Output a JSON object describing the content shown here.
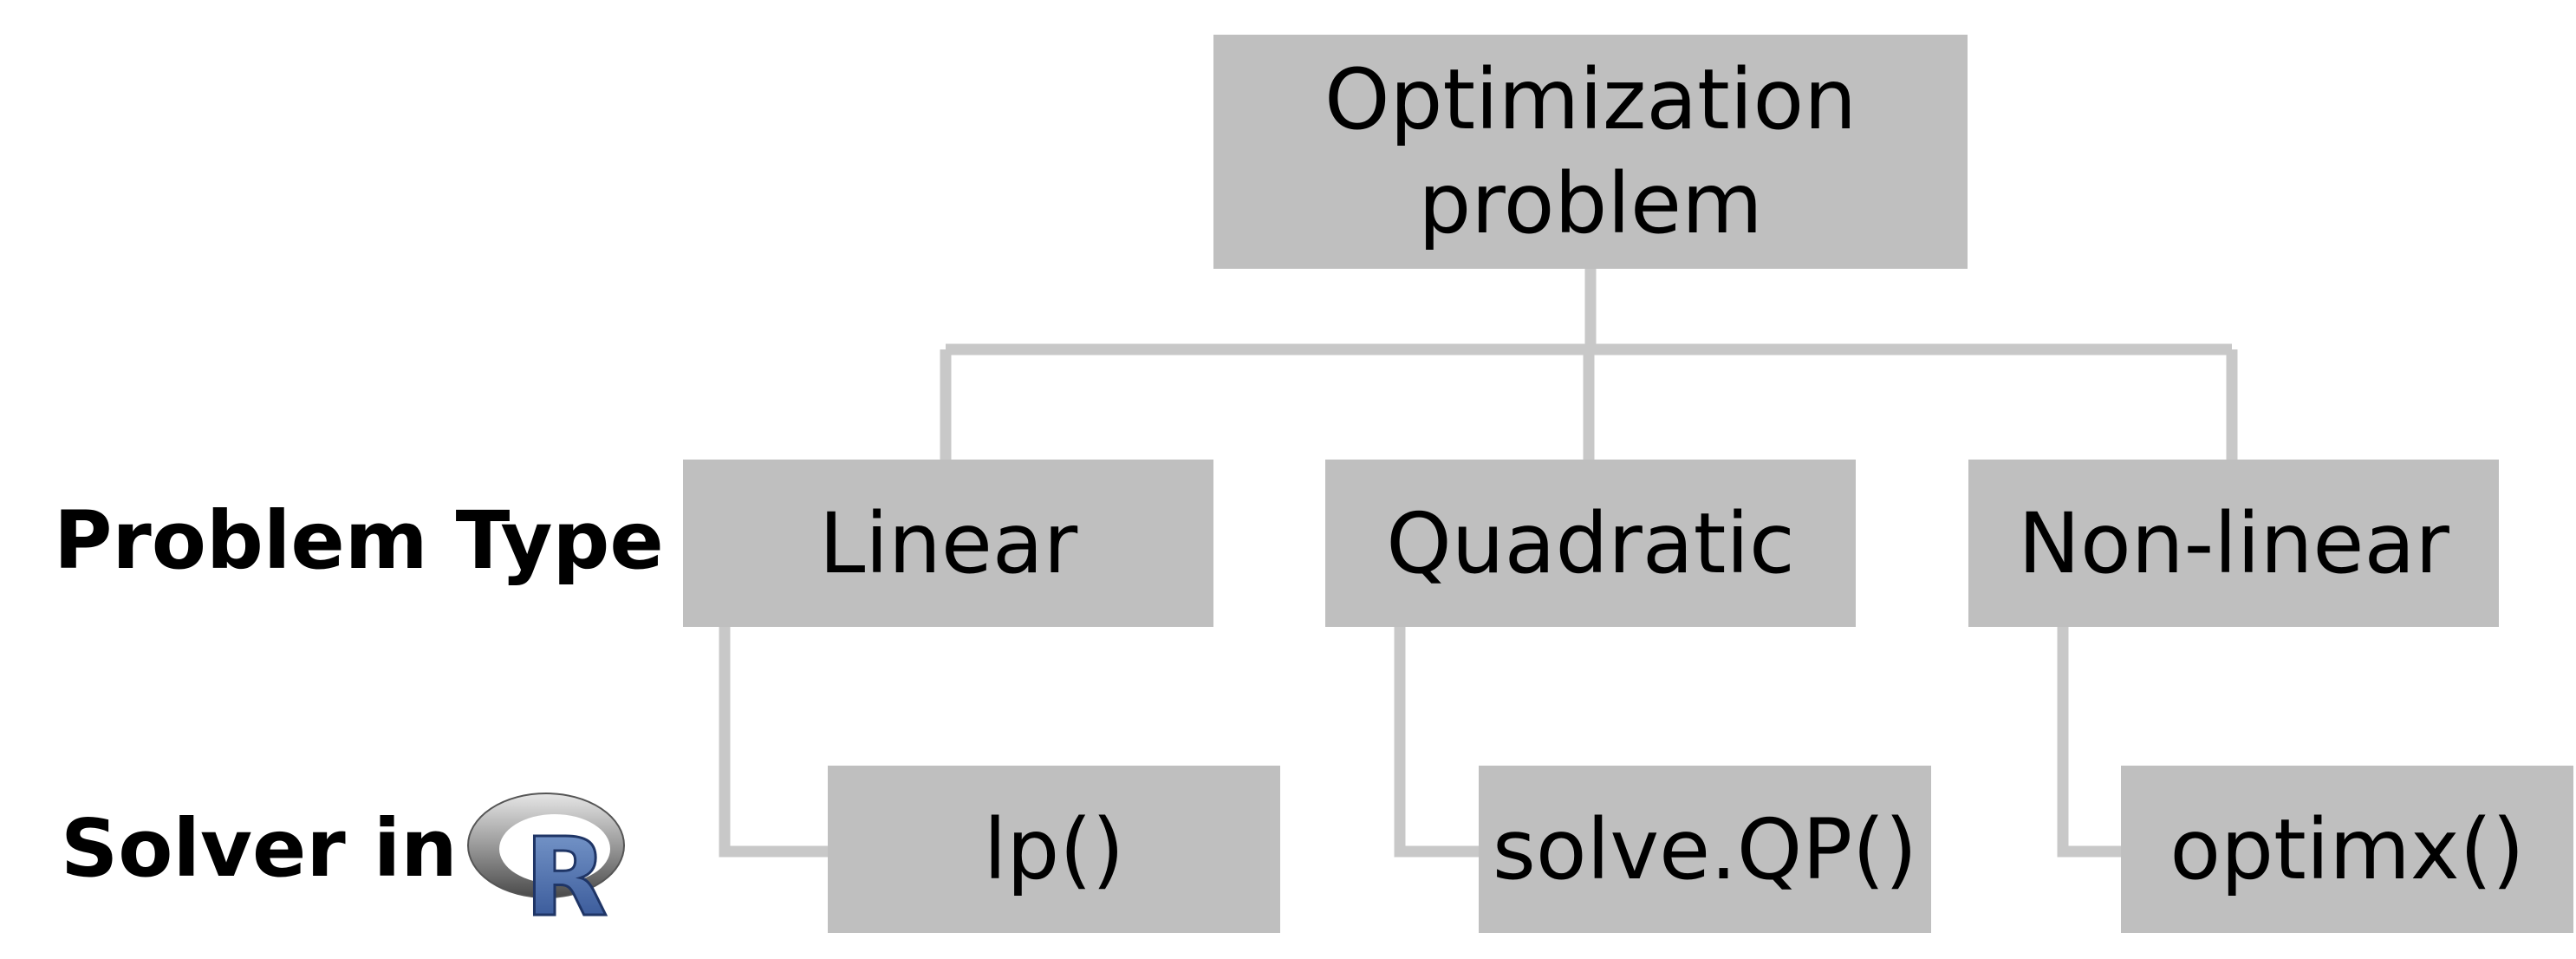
{
  "root": {
    "line1": "Optimization",
    "line2": "problem"
  },
  "labels": {
    "problem_type": "Problem Type",
    "solver": "Solver in"
  },
  "problem_types": [
    "Linear",
    "Quadratic",
    "Non-linear"
  ],
  "solvers": [
    "lp()",
    "solve.QP()",
    "optimx()"
  ],
  "logo": {
    "letter": "R"
  },
  "colors": {
    "box_fill": "#bfbfbf",
    "connector": "#c8c8c8",
    "text": "#000000"
  }
}
